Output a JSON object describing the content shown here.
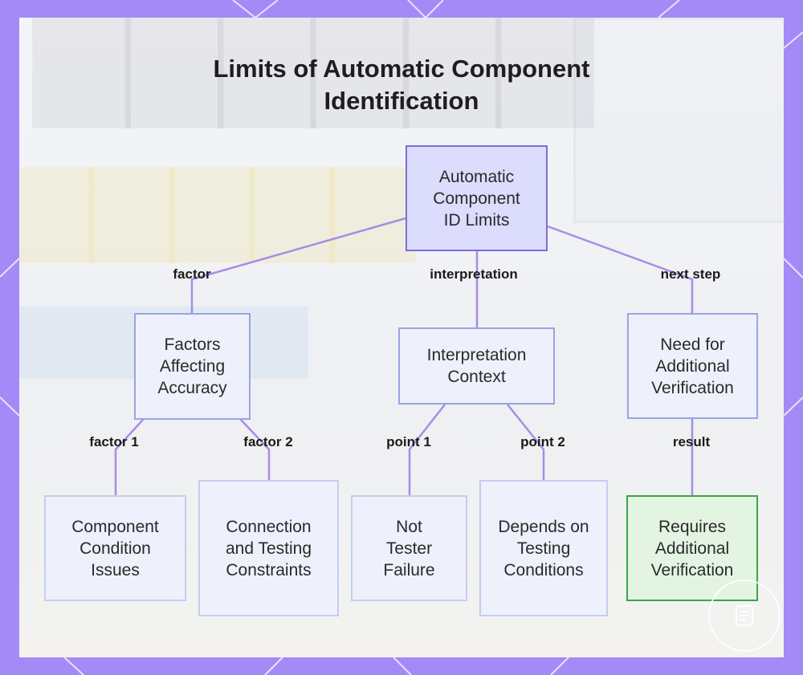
{
  "title": "Limits of Automatic Component Identification",
  "colors": {
    "frame": "#a48af7",
    "root_fill": "#dcdcfd",
    "root_border": "#7b6fd6",
    "node_fill": "#eef1fc",
    "edge": "#a98ce6",
    "green_fill": "#e3f4e3",
    "green_border": "#3aa64a"
  },
  "nodes": {
    "root": "Automatic Component ID Limits",
    "factors": "Factors Affecting Accuracy",
    "interpretation": "Interpretation Context",
    "verification": "Need for Additional Verification",
    "component_condition": "Component Condition Issues",
    "connection_testing": "Connection and Testing Constraints",
    "not_tester_failure": "Not Tester Failure",
    "depends_testing": "Depends on Testing Conditions",
    "requires_verification": "Requires Additional Verification"
  },
  "edges": {
    "factor": "factor",
    "interpretation": "interpretation",
    "next_step": "next step",
    "factor_1": "factor 1",
    "factor_2": "factor 2",
    "point_1": "point 1",
    "point_2": "point 2",
    "result": "result"
  }
}
